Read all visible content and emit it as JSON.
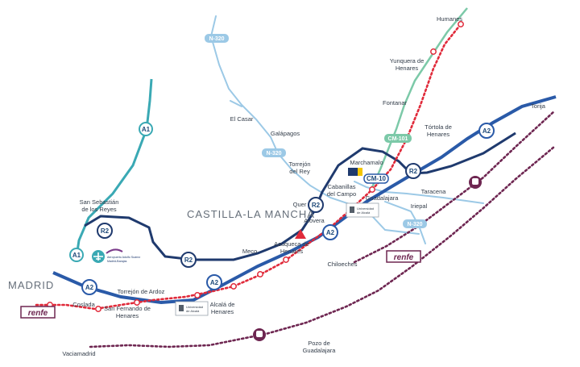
{
  "regions": {
    "castilla": "CASTILLA-LA MANCHA",
    "madrid": "MADRID"
  },
  "roads": {
    "a1": "A1",
    "a2": "A2",
    "r2": "R2",
    "n320": "N-320",
    "cm101": "CM-101",
    "cm10": "CM-10"
  },
  "towns": {
    "humanes": "Humanes",
    "yunquera_1": "Yunquera de",
    "yunquera_2": "Henares",
    "fontanar": "Fontanar",
    "el_casar": "El Casar",
    "galapagos": "Galápagos",
    "torrejon_rey_1": "Torrejón",
    "torrejon_rey_2": "del Rey",
    "marchamalo": "Marchamalo",
    "tortola_1": "Tórtola de",
    "tortola_2": "Henares",
    "torija": "Torija",
    "cabanillas_1": "Cabanillas",
    "cabanillas_2": "del Campo",
    "guadalajara": "Guadalajara",
    "taracena": "Taracena",
    "iriepal": "Iriepal",
    "quer": "Quer",
    "alovera": "Alovera",
    "azuqueca_1": "Azuqueca de",
    "azuqueca_2": "Henares",
    "meco": "Meco",
    "chiloeches": "Chiloeches",
    "san_sebastian_1": "San Sebastián",
    "san_sebastian_2": "de los Reyes",
    "torrejon_ardoz": "Torrejón de Ardoz",
    "coslada": "Coslada",
    "san_fernando_1": "San Fernando de",
    "san_fernando_2": "Henares",
    "alcala_1": "Alcalá de",
    "alcala_2": "Henares",
    "pozo_1": "Pozo de",
    "pozo_2": "Guadalajara",
    "vaciamadrid": "Vaciamadrid"
  },
  "logos": {
    "renfe": "renfe",
    "airport_1": "Aeropuerto Adolfo Suárez",
    "airport_2": "Madrid-Barajas",
    "university_1": "Universidad",
    "university_2": "de Alcalá"
  },
  "colors": {
    "a1": "#3aa9b4",
    "a2": "#2a5aa8",
    "r2": "#1f3a6e",
    "secondary": "#9cc9e6",
    "cm101": "#7cc9a8",
    "rail_red": "#e02a3a",
    "rail_purple": "#6e2651"
  }
}
